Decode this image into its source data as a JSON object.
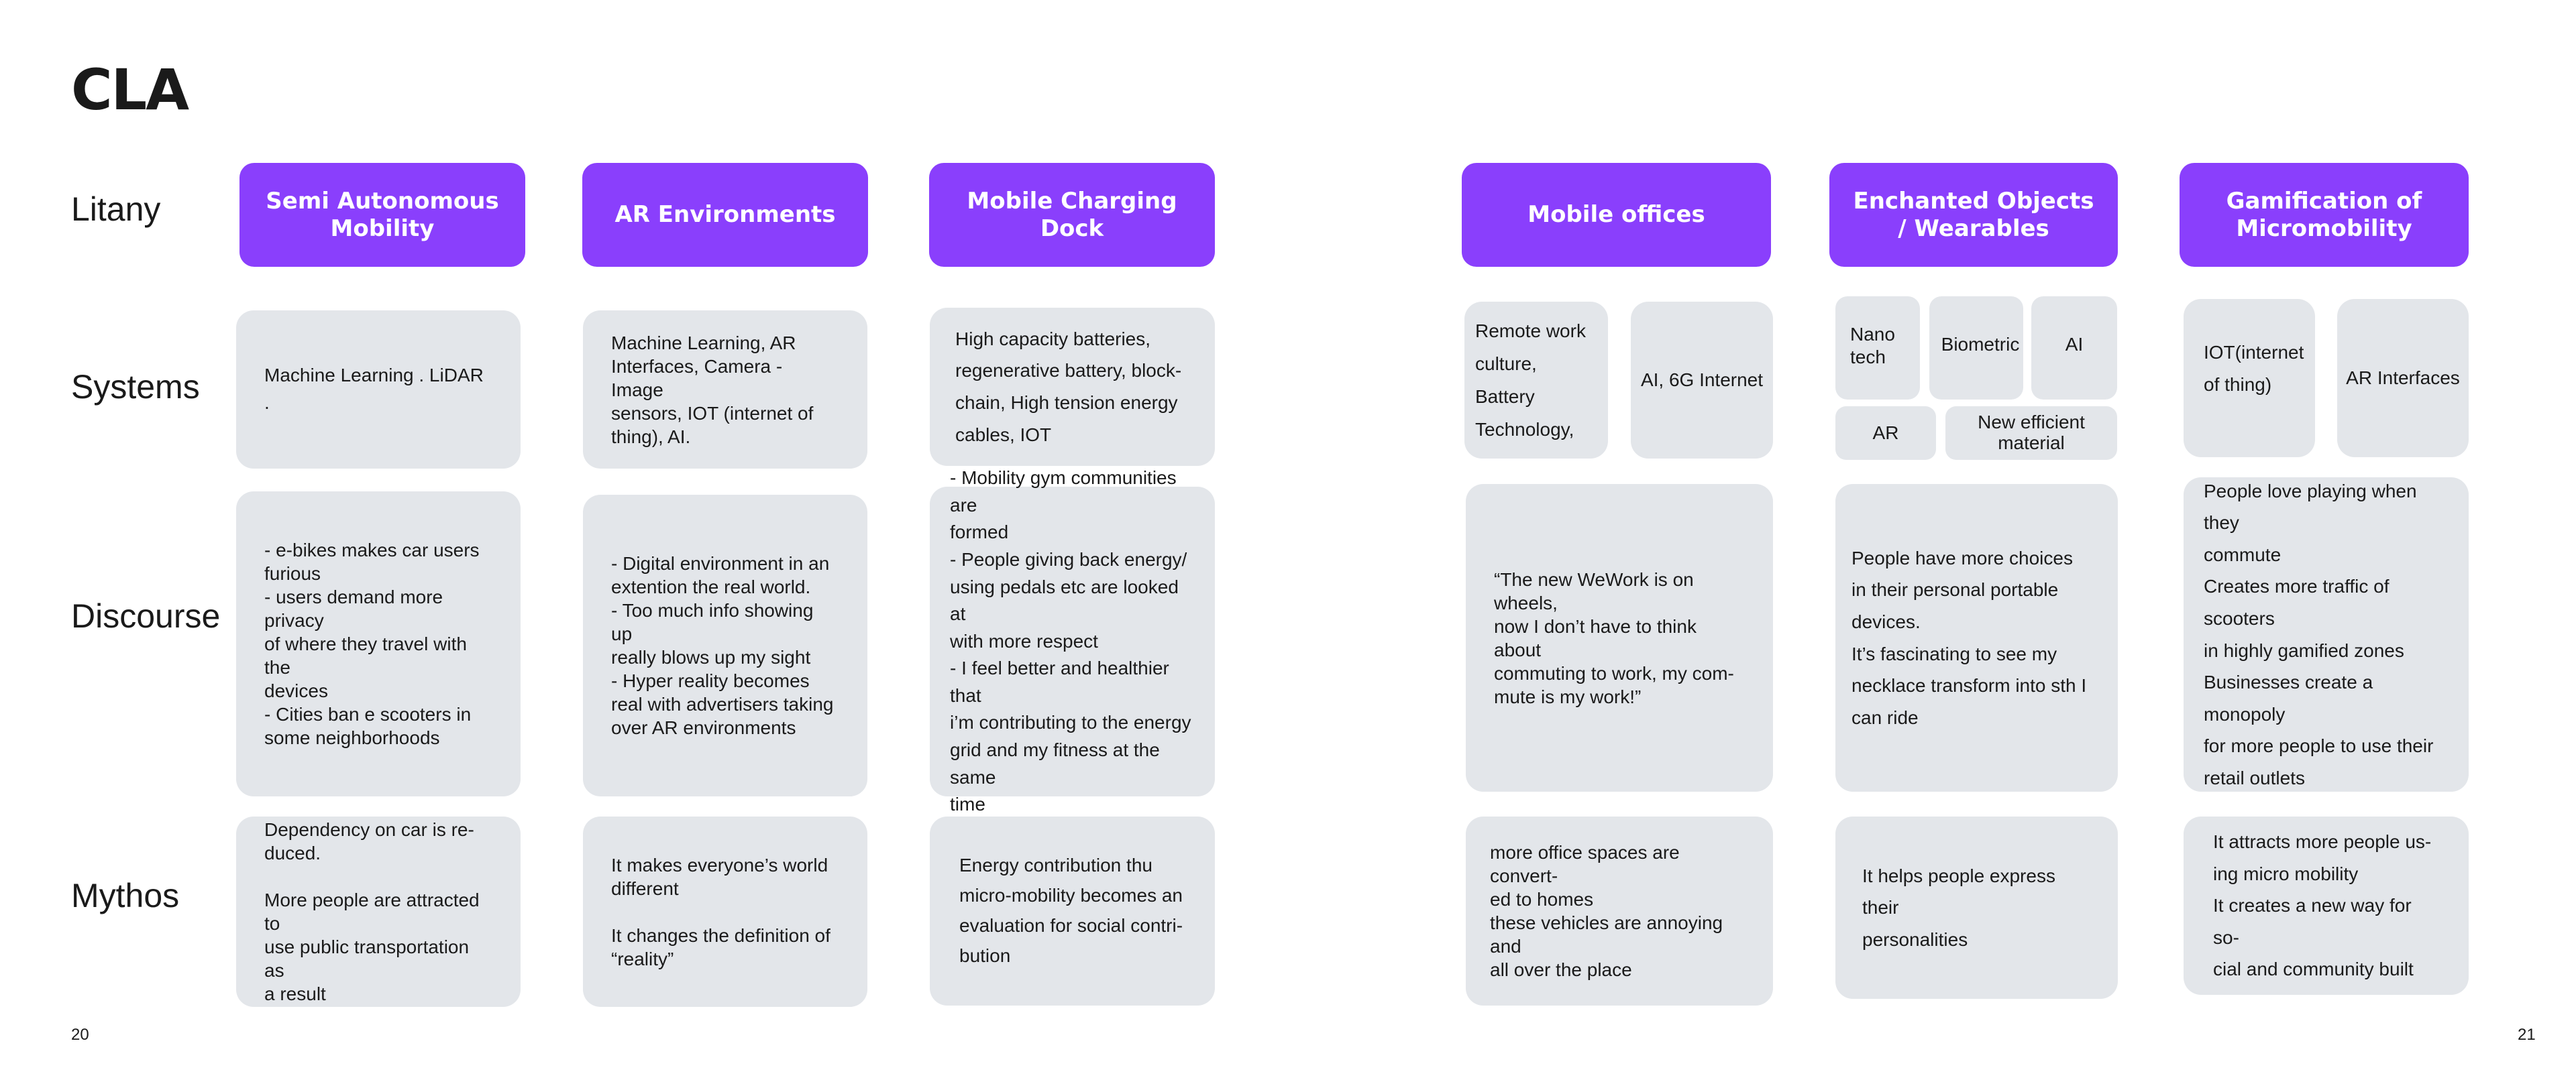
{
  "title": "CLA",
  "rows": {
    "litany": "Litany",
    "systems": "Systems",
    "discourse": "Discourse",
    "mythos": "Mythos"
  },
  "columns": [
    {
      "header": "Semi Autonomous\nMobility",
      "systems": [
        "Machine Learning . LiDAR ."
      ],
      "discourse": "- e-bikes makes car users\nfurious\n- users demand more privacy\nof where they travel with the\ndevices\n- Cities ban e scooters in\nsome neighborhoods",
      "mythos": "Dependency on car is re-\nduced.\n\nMore people are attracted to\nuse public transportation as\na result"
    },
    {
      "header": "AR Environments",
      "systems": [
        "Machine Learning, AR\nInterfaces, Camera - Image\nsensors, IOT (internet of\nthing), AI."
      ],
      "discourse": "- Digital environment in an\nextention the real world.\n- Too much info showing up\nreally blows up my sight\n- Hyper reality becomes\nreal with advertisers taking\nover AR environments",
      "mythos": "It makes everyone’s world\ndifferent\n\nIt changes the definition of\n“reality”"
    },
    {
      "header": "Mobile Charging\nDock",
      "systems": [
        "High capacity batteries,\nregenerative battery, block-\nchain, High tension energy\ncables, IOT"
      ],
      "discourse": "- Mobility gym communities are\nformed\n- People giving back energy/\nusing pedals etc are looked at\nwith more respect\n- I feel better and healthier that\ni’m contributing to the energy\ngrid and my fitness at the same\ntime",
      "mythos": "Energy contribution thu\nmicro-mobility becomes an\nevaluation for social contri-\nbution"
    },
    {
      "header": "Mobile offices",
      "systems": [
        "Remote work\nculture, Battery\nTechnology,",
        "AI, 6G Internet"
      ],
      "discourse": "“The new WeWork is on wheels,\nnow I don’t have to think about\ncommuting to work, my com-\nmute is my work!”",
      "mythos": "more office spaces are convert-\ned to homes\nthese vehicles are annoying and\nall over the place"
    },
    {
      "header": "Enchanted Objects\n/ Wearables",
      "systems": [
        "Nano\ntech",
        "Biometric",
        "AI",
        "AR",
        "New efficient\nmaterial"
      ],
      "discourse": "People have more choices\nin their personal portable\ndevices.\nIt’s fascinating to see my\nnecklace transform into sth I\ncan ride",
      "mythos": "It helps people express their\npersonalities"
    },
    {
      "header": "Gamification of\nMicromobility",
      "systems": [
        "IOT(internet\nof thing)",
        "AR Interfaces"
      ],
      "discourse": "People love playing when they\ncommute\nCreates more traffic of scooters\nin highly gamified zones\nBusinesses create a monopoly\nfor more people to use their\nretail outlets",
      "mythos": "It attracts more people us-\ning micro mobility\nIt creates a new way for so-\ncial and community built"
    }
  ],
  "page_numbers": {
    "left": "20",
    "right": "21"
  },
  "colors": {
    "header_bg": "#8a3ffc",
    "card_bg": "#e3e6ea",
    "text": "#1a1a1a"
  }
}
